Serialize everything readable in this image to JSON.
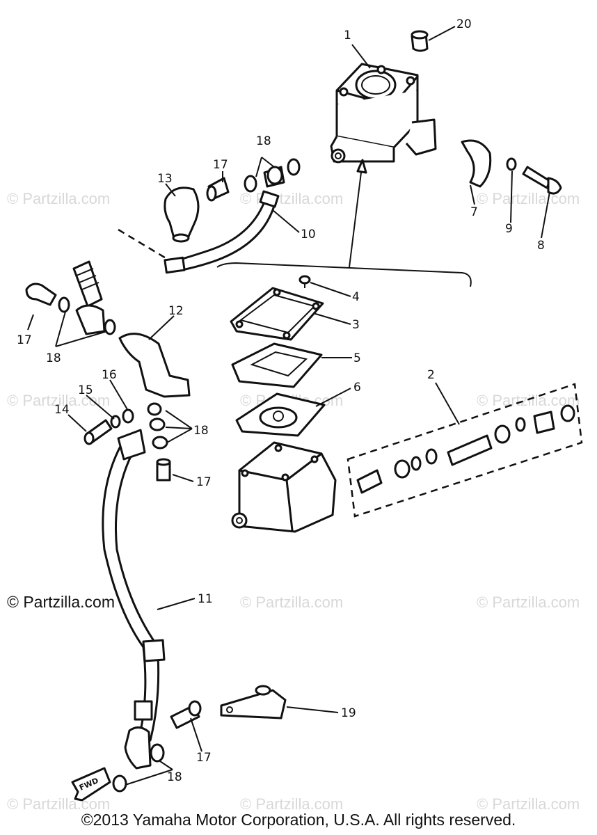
{
  "callouts": {
    "c1": "1",
    "c2": "2",
    "c3": "3",
    "c4": "4",
    "c5": "5",
    "c6": "6",
    "c7": "7",
    "c8": "8",
    "c9": "9",
    "c10": "10",
    "c11": "11",
    "c12": "12",
    "c13": "13",
    "c14": "14",
    "c15": "15",
    "c16": "16",
    "c17a": "17",
    "c17b": "17",
    "c17c": "17",
    "c17d": "17",
    "c18a": "18",
    "c18b": "18",
    "c18c": "18",
    "c18d": "18",
    "c19": "19",
    "c20": "20"
  },
  "fwd_label": "FWD",
  "watermark": "© Partzilla.com",
  "watermark_main": "© Partzilla.com",
  "copyright": "©2013 Yamaha Motor Corporation, U.S.A. All rights reserved."
}
